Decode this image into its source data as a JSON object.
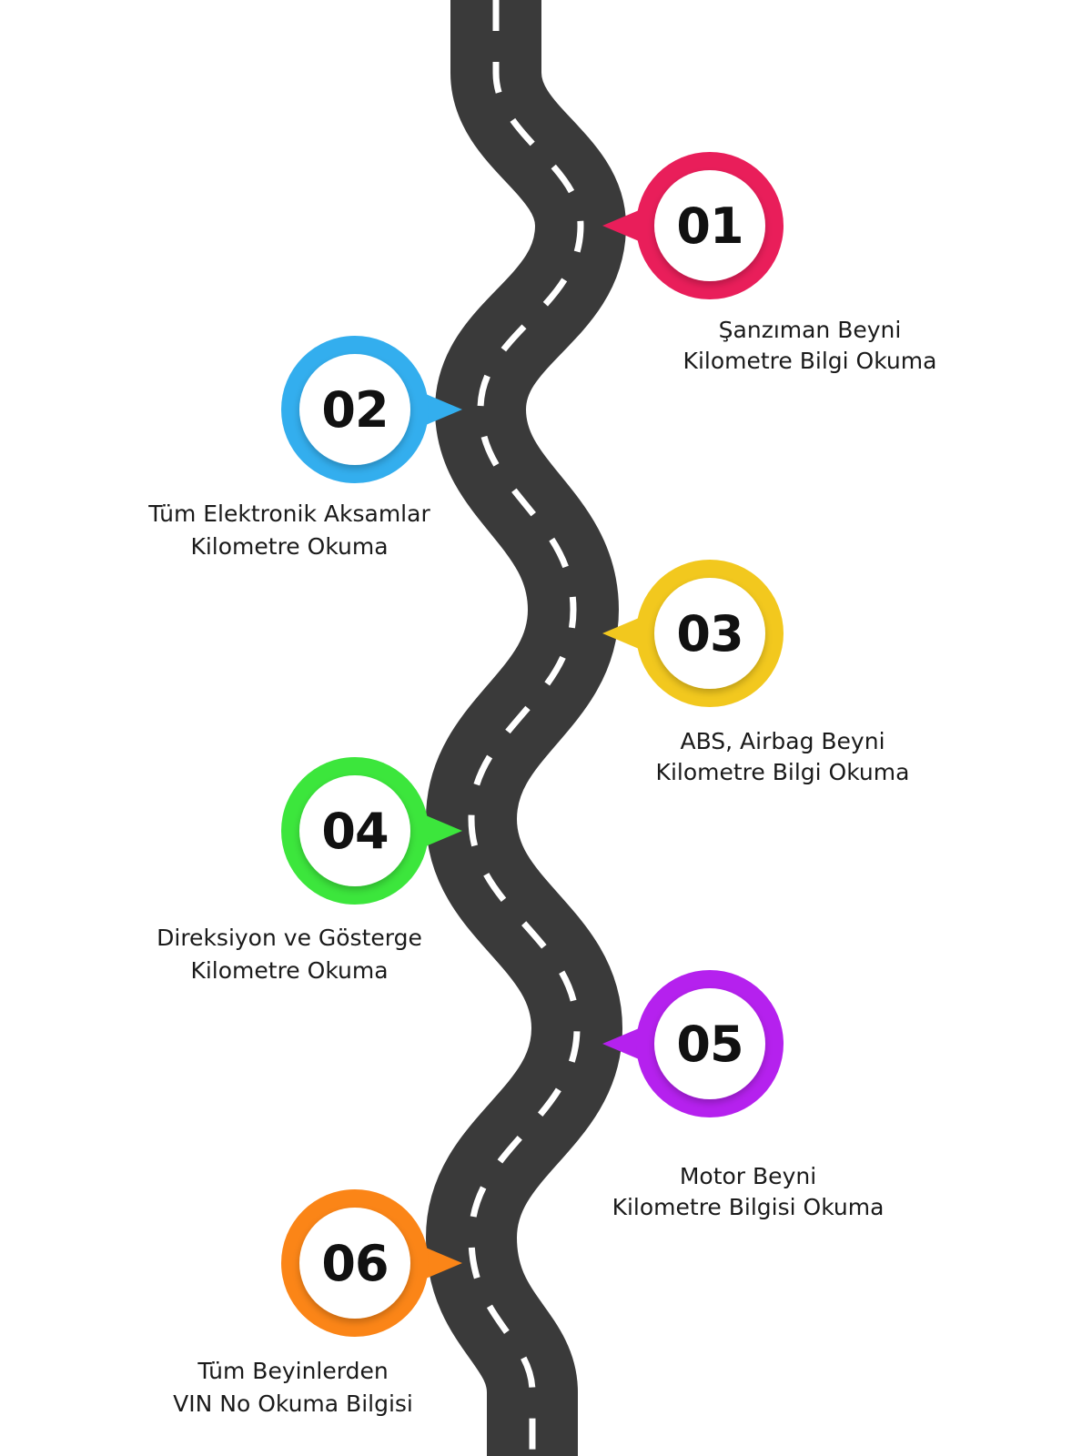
{
  "steps": [
    {
      "number": "01",
      "line1": "Şanzıman Beyni",
      "line2": "Kilometre Bilgi Okuma",
      "color": "#e91e5a"
    },
    {
      "number": "02",
      "line1": "Tüm Elektronik Aksamlar",
      "line2": "Kilometre Okuma",
      "color": "#33aeee"
    },
    {
      "number": "03",
      "line1": "ABS, Airbag Beyni",
      "line2": "Kilometre Bilgi Okuma",
      "color": "#f2c81e"
    },
    {
      "number": "04",
      "line1": "Direksiyon ve Gösterge",
      "line2": "Kilometre Okuma",
      "color": "#3ce63c"
    },
    {
      "number": "05",
      "line1": "Motor Beyni",
      "line2": "Kilometre Bilgisi Okuma",
      "color": "#b521ee"
    },
    {
      "number": "06",
      "line1": "Tüm Beyinlerden",
      "line2": "VIN No Okuma Bilgisi",
      "color": "#fb8517"
    }
  ],
  "colors": {
    "road": "#3a3a3a",
    "lane": "#ffffff"
  }
}
